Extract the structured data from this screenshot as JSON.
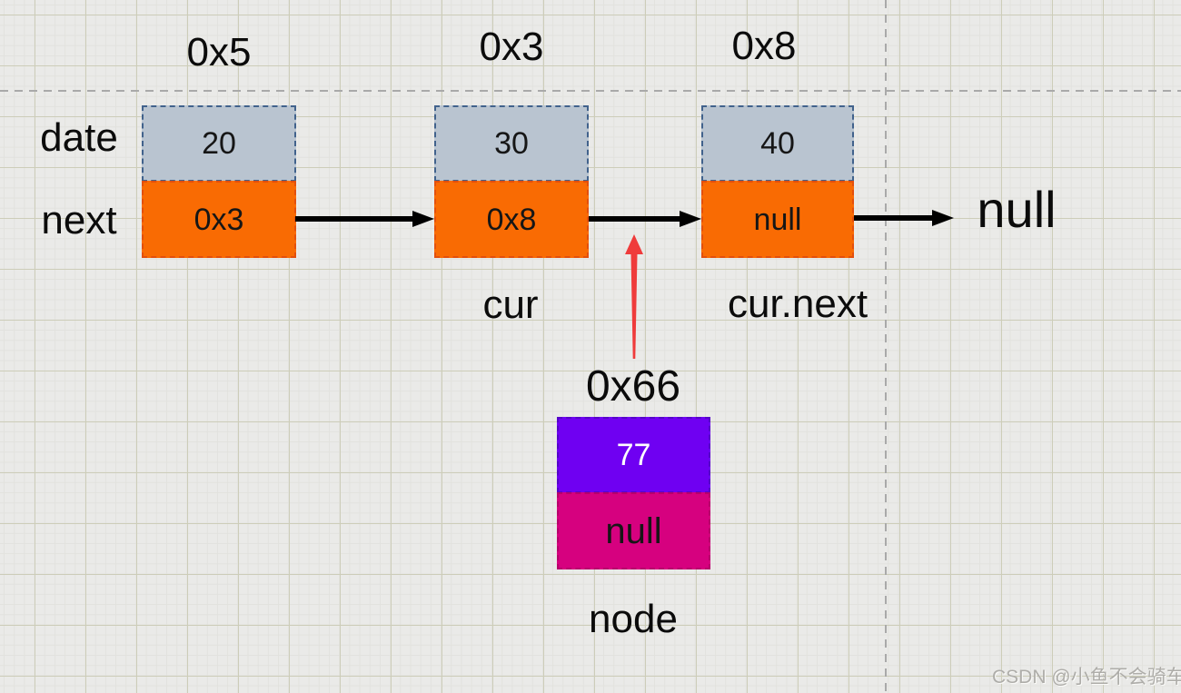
{
  "field_labels": {
    "data": "date",
    "next": "next"
  },
  "nodes": [
    {
      "address": "0x5",
      "data": "20",
      "next": "0x3"
    },
    {
      "address": "0x3",
      "data": "30",
      "next": "0x8"
    },
    {
      "address": "0x8",
      "data": "40",
      "next": "null"
    }
  ],
  "tail_label": "null",
  "pointers": {
    "cur": "cur",
    "cur_next": "cur.next"
  },
  "new_node": {
    "address": "0x66",
    "data": "77",
    "next": "null",
    "label": "node"
  },
  "watermark": "CSDN @小鱼不会骑车",
  "colors": {
    "canvas_bg": "#eaeae8",
    "grid_major": "#cdcdb9",
    "dashed_guide": "#a9a9a9",
    "data_cell_fill": "#b9c4d0",
    "data_cell_border": "#41628c",
    "next_cell_fill": "#f96b03",
    "next_cell_border": "#e34f0c",
    "new_data_cell_fill": "#6f00f2",
    "new_next_cell_fill": "#d6017f",
    "link_arrow": "#000000",
    "insert_arrow": "#ef3b3b"
  }
}
